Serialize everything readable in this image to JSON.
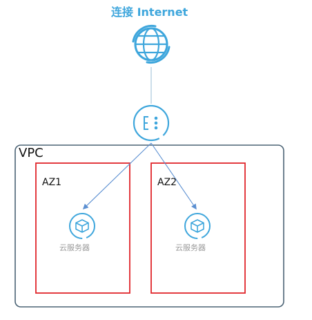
{
  "internet": {
    "label": "连接 Internet"
  },
  "vpc": {
    "label": "VPC"
  },
  "zones": [
    {
      "label": "AZ1",
      "server_label": "云服务器"
    },
    {
      "label": "AZ2",
      "server_label": "云服务器"
    }
  ],
  "colors": {
    "accent": "#3ea6dc",
    "vpc_border": "#4a6274",
    "zone_border": "#e0242a",
    "connector": "#a9c8dd",
    "arrow": "#5b8fd1",
    "server_caption": "#9a9a9a"
  },
  "icons": {
    "internet": "globe-icon",
    "gateway": "load-balancer-icon",
    "server": "cloud-server-icon"
  }
}
